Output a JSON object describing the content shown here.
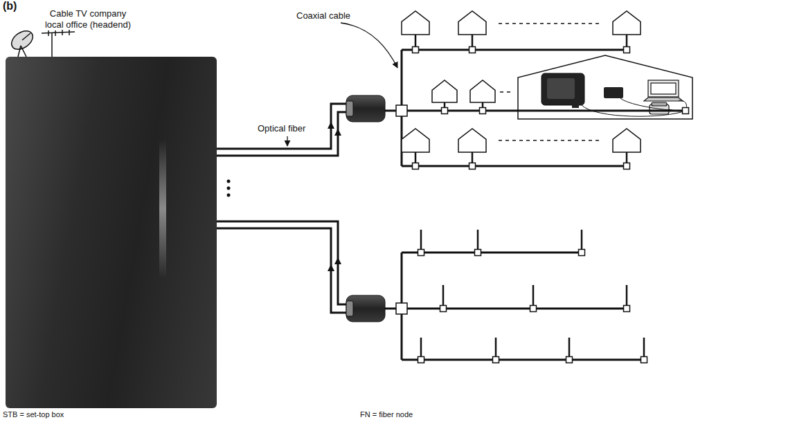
{
  "diagram": {
    "nodes": [
      {
        "text": [
          "Cable TV company local office (headend)"
        ]
      }
    ],
    "labels": [
      "(b)",
      "Coaxial cable",
      "Optical fiber",
      "STB = set-top box",
      "FN = fiber node"
    ]
  }
}
